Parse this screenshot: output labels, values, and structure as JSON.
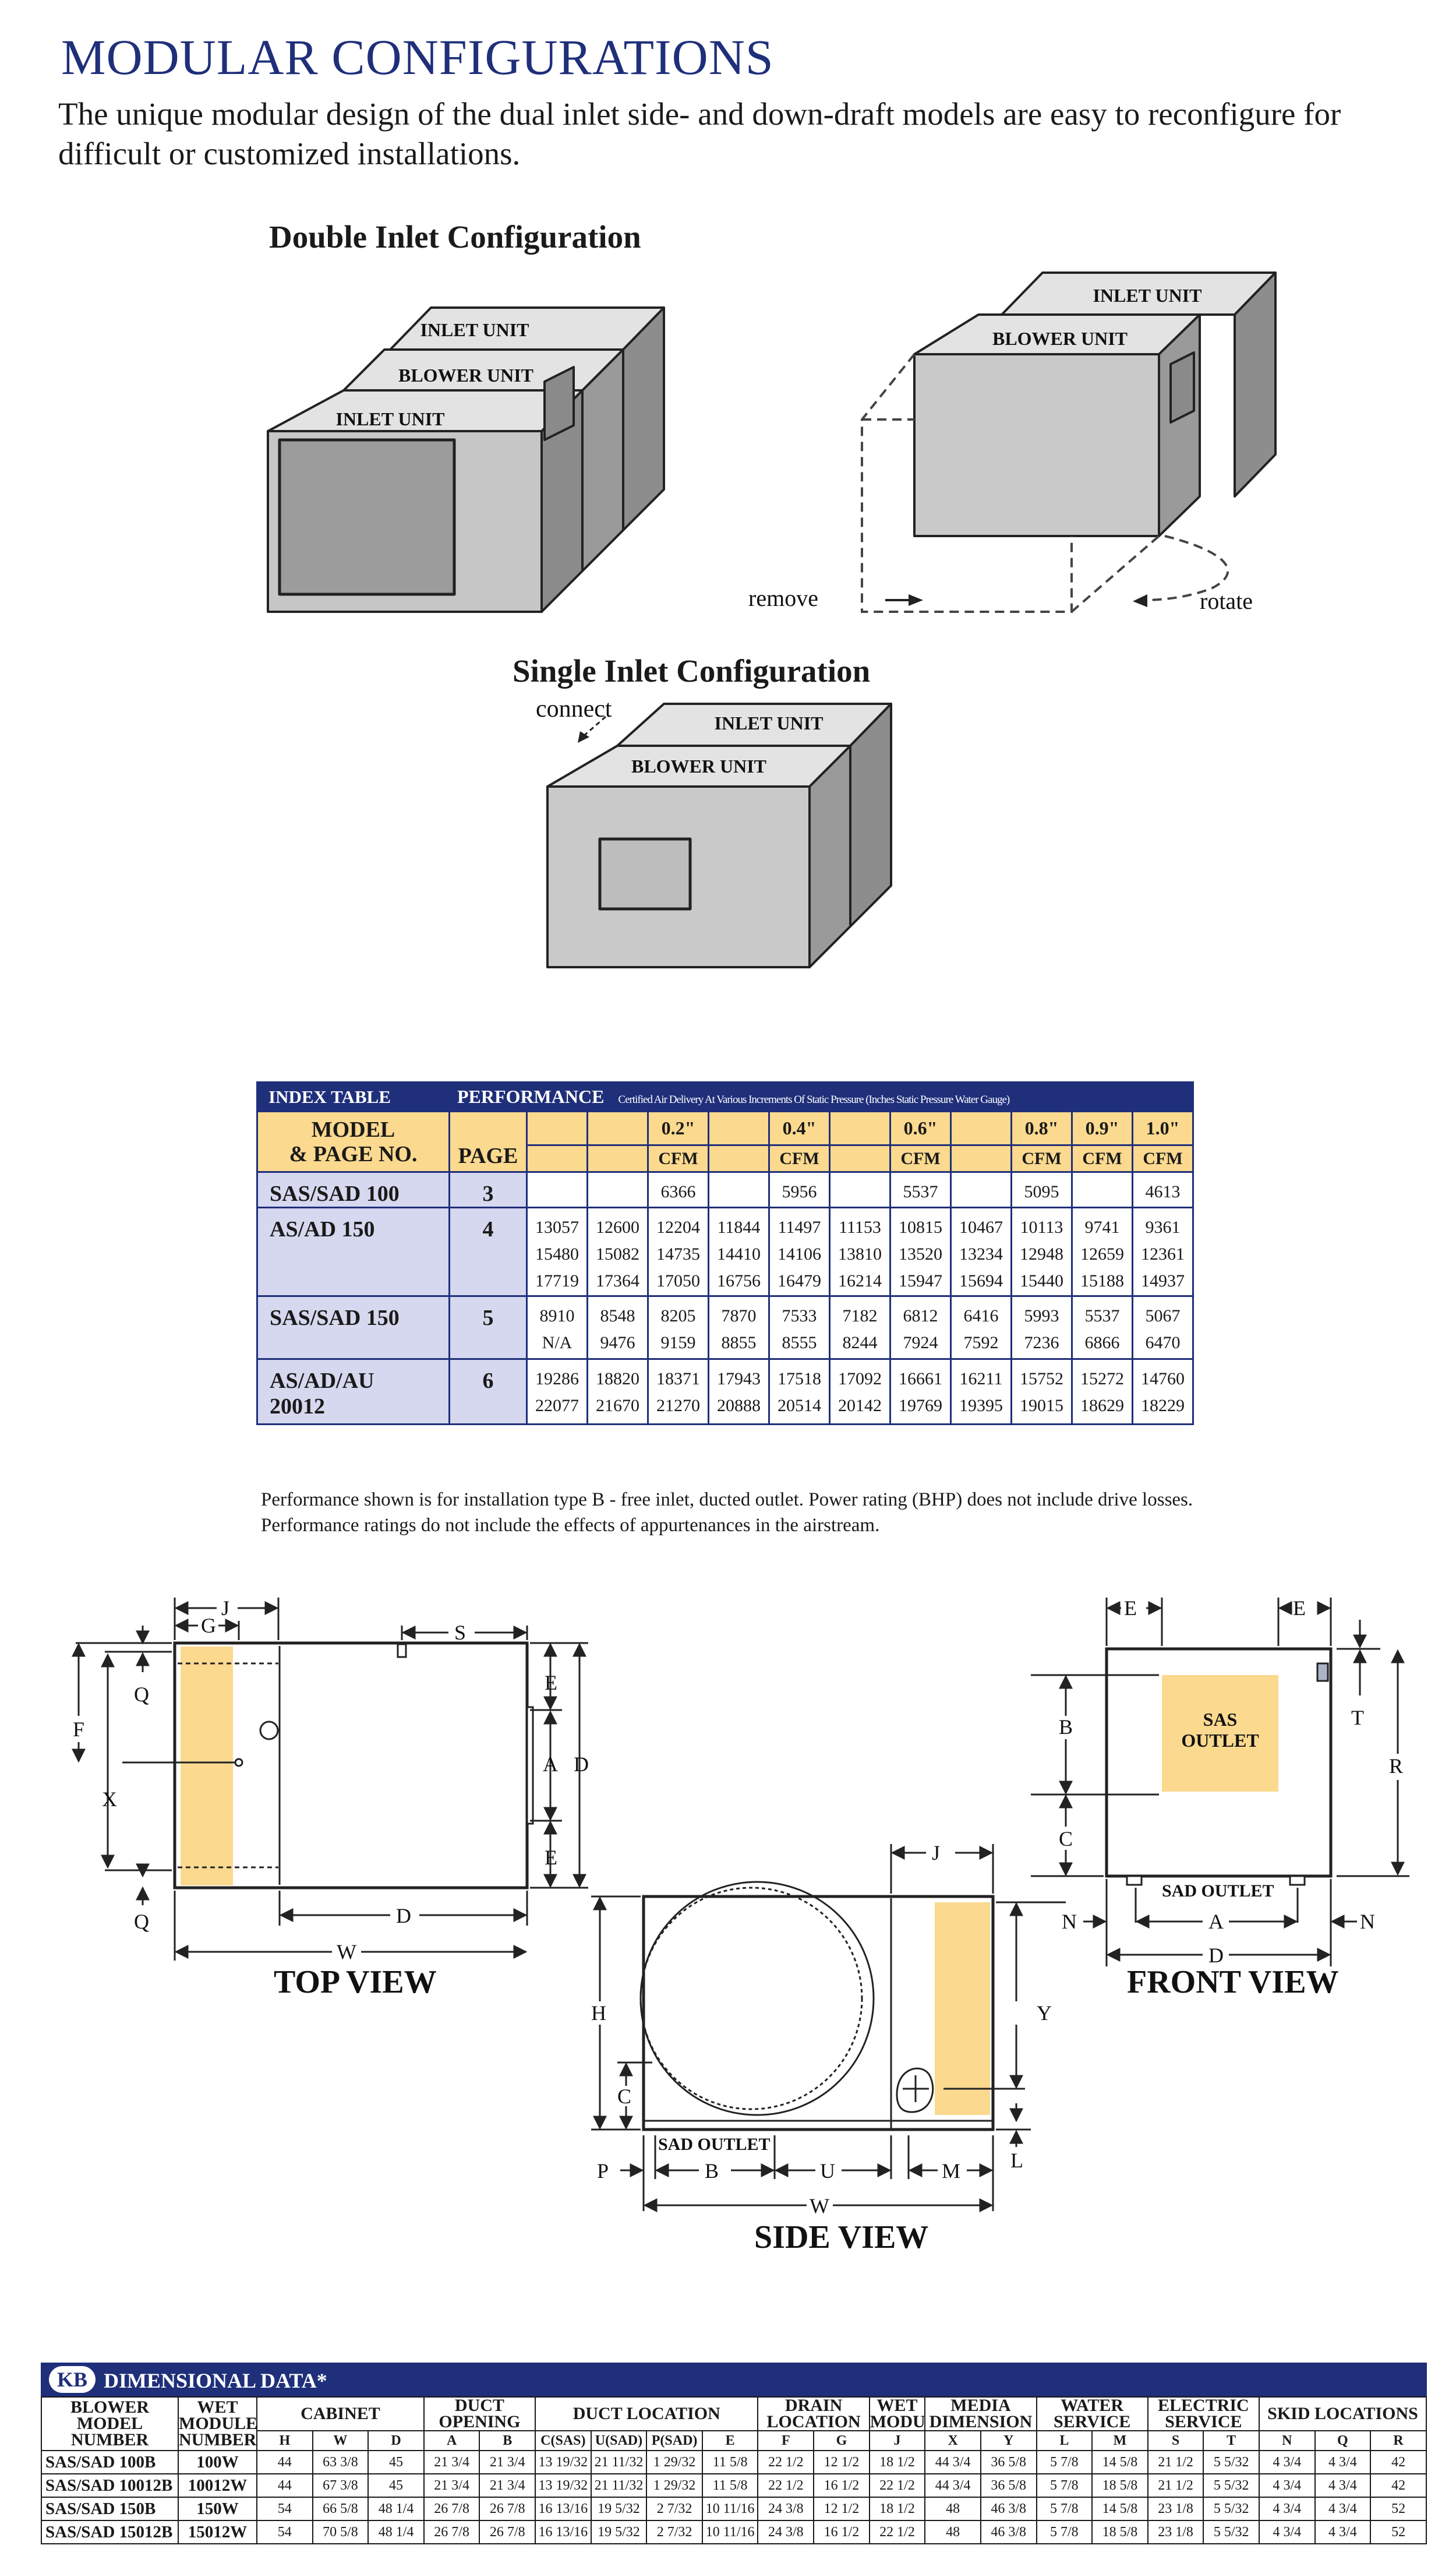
{
  "header": {
    "title": "MODULAR CONFIGURATIONS",
    "intro": "The unique modular design of the dual inlet side- and down-draft models are easy to reconfigure for difficult or customized  installations."
  },
  "double_config": {
    "title": "Double Inlet  Configuration",
    "labels": [
      "INLET UNIT",
      "BLOWER UNIT",
      "INLET UNIT",
      "INLET UNIT",
      "BLOWER UNIT"
    ],
    "remove": "remove",
    "rotate": "rotate"
  },
  "single_config": {
    "title": "Single Inlet  Configuration",
    "connect": "connect",
    "labels": [
      "INLET UNIT",
      "BLOWER UNIT"
    ]
  },
  "index_table": {
    "index_label": "INDEX TABLE",
    "performance_label": "PERFORMANCE",
    "performance_sub": "Certified Air Delivery At Various Increments Of Static Pressure   (Inches Static Pressure Water Gauge)",
    "model_header": "MODEL & PAGE NO.",
    "page_header": "PAGE",
    "pressures": [
      "",
      "",
      "0.2\"",
      "",
      "0.4\"",
      "",
      "0.6\"",
      "",
      "0.8\"",
      "0.9\"",
      "1.0\""
    ],
    "units": [
      "",
      "",
      "CFM",
      "",
      "CFM",
      "",
      "CFM",
      "",
      "CFM",
      "CFM",
      "CFM"
    ],
    "rows": [
      {
        "model": "SAS/SAD 100",
        "page": "3",
        "cols": [
          "",
          "",
          "6366",
          "",
          "5956",
          "",
          "5537",
          "",
          "5095",
          "",
          "4613"
        ]
      },
      {
        "model": "AS/AD 150",
        "page": "4",
        "cols": [
          "13057\n15480\n17719",
          "12600\n15082\n17364",
          "12204\n14735\n17050",
          "11844\n14410\n16756",
          "11497\n14106\n16479",
          "11153\n13810\n16214",
          "10815\n13520\n15947",
          "10467\n13234\n15694",
          "10113\n12948\n15440",
          "9741\n12659\n15188",
          "9361\n12361\n14937"
        ]
      },
      {
        "model": "SAS/SAD 150",
        "page": "5",
        "cols": [
          "8910\nN/A",
          "8548\n9476",
          "8205\n9159",
          "7870\n8855",
          "7533\n8555",
          "7182\n8244",
          "6812\n7924",
          "6416\n7592",
          "5993\n7236",
          "5537\n6866",
          "5067\n6470"
        ]
      },
      {
        "model": "AS/AD/AU\n20012",
        "page": "6",
        "cols": [
          "19286\n22077",
          "18820\n21670",
          "18371\n21270",
          "17943\n20888",
          "17518\n20514",
          "17092\n20142",
          "16661\n19769",
          "16211\n19395",
          "15752\n19015",
          "15272\n18629",
          "14760\n18229"
        ]
      }
    ],
    "note1": "Performance shown is for installation type B - free inlet, ducted outlet. Power rating (BHP) does not include drive losses.",
    "note2": "Performance ratings do not include the effects of appurtenances in the airstream."
  },
  "drawings": {
    "top_view": "TOP VIEW",
    "front_view": "FRONT VIEW",
    "side_view": "SIDE VIEW",
    "sas_outlet": "SAS\nOUTLET",
    "sad_outlet": "SAD OUTLET",
    "dims": {
      "J": "J",
      "G": "G",
      "S": "S",
      "F": "F",
      "Q": "Q",
      "X": "X",
      "E": "E",
      "A": "A",
      "D": "D",
      "W": "W",
      "B": "B",
      "C": "C",
      "T": "T",
      "R": "R",
      "N": "N",
      "H": "H",
      "Y": "Y",
      "L": "L",
      "P": "P",
      "U": "U",
      "M": "M"
    }
  },
  "dim_table": {
    "logo": "KB",
    "title": "DIMENSIONAL DATA*",
    "group_headers": [
      "BLOWER MODEL NUMBER",
      "WET MODULE NUMBER",
      "CABINET",
      "DUCT OPENING",
      "DUCT LOCATION",
      "DRAIN LOCATION",
      "WET MODULE",
      "MEDIA DIMENSION",
      "WATER SERVICE",
      "ELECTRIC SERVICE",
      "SKID LOCATIONS"
    ],
    "sub_headers": [
      "H",
      "W",
      "D",
      "A",
      "B",
      "C(SAS)",
      "U(SAD)",
      "P(SAD)",
      "E",
      "F",
      "G",
      "J",
      "X",
      "Y",
      "L",
      "M",
      "S",
      "T",
      "N",
      "Q",
      "R"
    ],
    "rows": [
      [
        "SAS/SAD 100B",
        "100W",
        "44",
        "63 3/8",
        "45",
        "21 3/4",
        "21 3/4",
        "13 19/32",
        "21 11/32",
        "1 29/32",
        "11 5/8",
        "22 1/2",
        "12 1/2",
        "18 1/2",
        "44 3/4",
        "36 5/8",
        "5 7/8",
        "14 5/8",
        "21 1/2",
        "5 5/32",
        "4 3/4",
        "4 3/4",
        "42"
      ],
      [
        "SAS/SAD 10012B",
        "10012W",
        "44",
        "67 3/8",
        "45",
        "21 3/4",
        "21 3/4",
        "13 19/32",
        "21 11/32",
        "1 29/32",
        "11 5/8",
        "22 1/2",
        "16 1/2",
        "22 1/2",
        "44 3/4",
        "36 5/8",
        "5 7/8",
        "18 5/8",
        "21 1/2",
        "5 5/32",
        "4 3/4",
        "4 3/4",
        "42"
      ],
      [
        "SAS/SAD 150B",
        "150W",
        "54",
        "66 5/8",
        "48 1/4",
        "26 7/8",
        "26 7/8",
        "16 13/16",
        "19 5/32",
        "2 7/32",
        "10 11/16",
        "24 3/8",
        "12 1/2",
        "18 1/2",
        "48",
        "46 3/8",
        "5 7/8",
        "14 5/8",
        "23 1/8",
        "5 5/32",
        "4 3/4",
        "4 3/4",
        "52"
      ],
      [
        "SAS/SAD 15012B",
        "15012W",
        "54",
        "70 5/8",
        "48 1/4",
        "26 7/8",
        "26 7/8",
        "16 13/16",
        "19 5/32",
        "2 7/32",
        "10 11/16",
        "24 3/8",
        "16 1/2",
        "22 1/2",
        "48",
        "46 3/8",
        "5 7/8",
        "18 5/8",
        "23 1/8",
        "5 5/32",
        "4 3/4",
        "4 3/4",
        "52"
      ]
    ]
  }
}
